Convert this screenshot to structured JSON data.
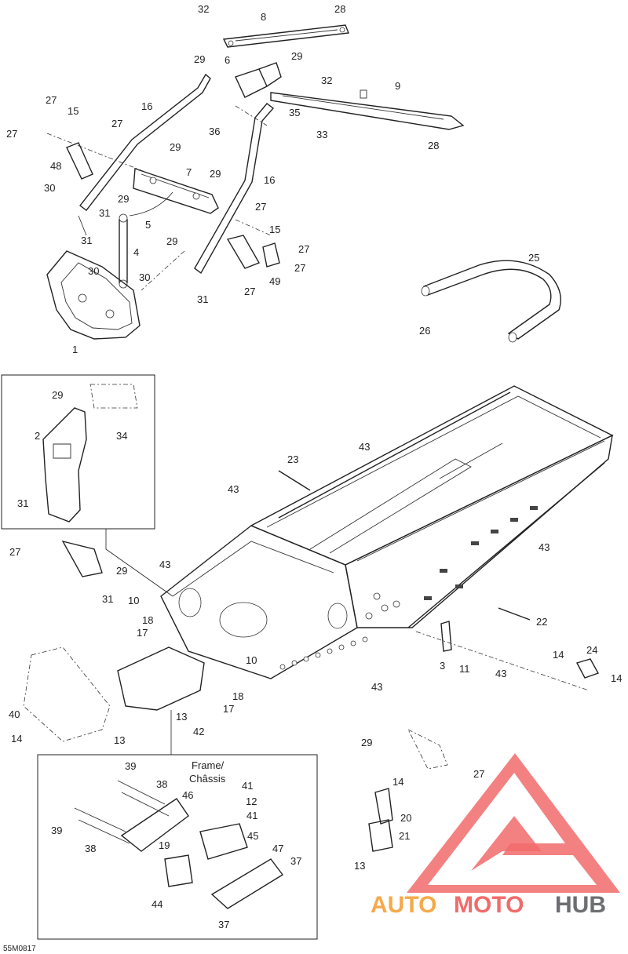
{
  "figure_code": "55M0817",
  "inset_caption": {
    "line1": "Frame/",
    "line2": "Châssis"
  },
  "watermark": {
    "brand_orange": "AUTO",
    "brand_red": "MOTO",
    "brand_gray": "HUB",
    "color_primary": "#f26b6b",
    "color_orange": "#f6a94a",
    "color_gray": "#6d6e71"
  },
  "callouts": [
    {
      "id": "c1",
      "text": "1"
    },
    {
      "id": "c2",
      "text": "2"
    },
    {
      "id": "c3",
      "text": "3"
    },
    {
      "id": "c4",
      "text": "4"
    },
    {
      "id": "c5",
      "text": "5"
    },
    {
      "id": "c6",
      "text": "6"
    },
    {
      "id": "c7",
      "text": "7"
    },
    {
      "id": "c8",
      "text": "8"
    },
    {
      "id": "c9",
      "text": "9"
    },
    {
      "id": "c10a",
      "text": "10"
    },
    {
      "id": "c10b",
      "text": "10"
    },
    {
      "id": "c11",
      "text": "11"
    },
    {
      "id": "c12",
      "text": "12"
    },
    {
      "id": "c13a",
      "text": "13"
    },
    {
      "id": "c13b",
      "text": "13"
    },
    {
      "id": "c13c",
      "text": "13"
    },
    {
      "id": "c14a",
      "text": "14"
    },
    {
      "id": "c14b",
      "text": "14"
    },
    {
      "id": "c14c",
      "text": "14"
    },
    {
      "id": "c14d",
      "text": "14"
    },
    {
      "id": "c15a",
      "text": "15"
    },
    {
      "id": "c15b",
      "text": "15"
    },
    {
      "id": "c16a",
      "text": "16"
    },
    {
      "id": "c16b",
      "text": "16"
    },
    {
      "id": "c17a",
      "text": "17"
    },
    {
      "id": "c17b",
      "text": "17"
    },
    {
      "id": "c18a",
      "text": "18"
    },
    {
      "id": "c18b",
      "text": "18"
    },
    {
      "id": "c19",
      "text": "19"
    },
    {
      "id": "c20",
      "text": "20"
    },
    {
      "id": "c21",
      "text": "21"
    },
    {
      "id": "c22",
      "text": "22"
    },
    {
      "id": "c23",
      "text": "23"
    },
    {
      "id": "c24",
      "text": "24"
    },
    {
      "id": "c25",
      "text": "25"
    },
    {
      "id": "c26",
      "text": "26"
    },
    {
      "id": "c27a",
      "text": "27"
    },
    {
      "id": "c27b",
      "text": "27"
    },
    {
      "id": "c27c",
      "text": "27"
    },
    {
      "id": "c27d",
      "text": "27"
    },
    {
      "id": "c27e",
      "text": "27"
    },
    {
      "id": "c27f",
      "text": "27"
    },
    {
      "id": "c27g",
      "text": "27"
    },
    {
      "id": "c27h",
      "text": "27"
    },
    {
      "id": "c27i",
      "text": "27"
    },
    {
      "id": "c28a",
      "text": "28"
    },
    {
      "id": "c28b",
      "text": "28"
    },
    {
      "id": "c29a",
      "text": "29"
    },
    {
      "id": "c29b",
      "text": "29"
    },
    {
      "id": "c29c",
      "text": "29"
    },
    {
      "id": "c29d",
      "text": "29"
    },
    {
      "id": "c29e",
      "text": "29"
    },
    {
      "id": "c29f",
      "text": "29"
    },
    {
      "id": "c29g",
      "text": "29"
    },
    {
      "id": "c29h",
      "text": "29"
    },
    {
      "id": "c29i",
      "text": "29"
    },
    {
      "id": "c30a",
      "text": "30"
    },
    {
      "id": "c30b",
      "text": "30"
    },
    {
      "id": "c30c",
      "text": "30"
    },
    {
      "id": "c31a",
      "text": "31"
    },
    {
      "id": "c31b",
      "text": "31"
    },
    {
      "id": "c31c",
      "text": "31"
    },
    {
      "id": "c31d",
      "text": "31"
    },
    {
      "id": "c31e",
      "text": "31"
    },
    {
      "id": "c32a",
      "text": "32"
    },
    {
      "id": "c32b",
      "text": "32"
    },
    {
      "id": "c33",
      "text": "33"
    },
    {
      "id": "c34",
      "text": "34"
    },
    {
      "id": "c35",
      "text": "35"
    },
    {
      "id": "c36",
      "text": "36"
    },
    {
      "id": "c37a",
      "text": "37"
    },
    {
      "id": "c37b",
      "text": "37"
    },
    {
      "id": "c38a",
      "text": "38"
    },
    {
      "id": "c38b",
      "text": "38"
    },
    {
      "id": "c39a",
      "text": "39"
    },
    {
      "id": "c39b",
      "text": "39"
    },
    {
      "id": "c40",
      "text": "40"
    },
    {
      "id": "c41a",
      "text": "41"
    },
    {
      "id": "c41b",
      "text": "41"
    },
    {
      "id": "c42",
      "text": "42"
    },
    {
      "id": "c43a",
      "text": "43"
    },
    {
      "id": "c43b",
      "text": "43"
    },
    {
      "id": "c43c",
      "text": "43"
    },
    {
      "id": "c43d",
      "text": "43"
    },
    {
      "id": "c43e",
      "text": "43"
    },
    {
      "id": "c43f",
      "text": "43"
    },
    {
      "id": "c44",
      "text": "44"
    },
    {
      "id": "c45",
      "text": "45"
    },
    {
      "id": "c46",
      "text": "46"
    },
    {
      "id": "c47",
      "text": "47"
    },
    {
      "id": "c48",
      "text": "48"
    },
    {
      "id": "c49",
      "text": "49"
    }
  ]
}
